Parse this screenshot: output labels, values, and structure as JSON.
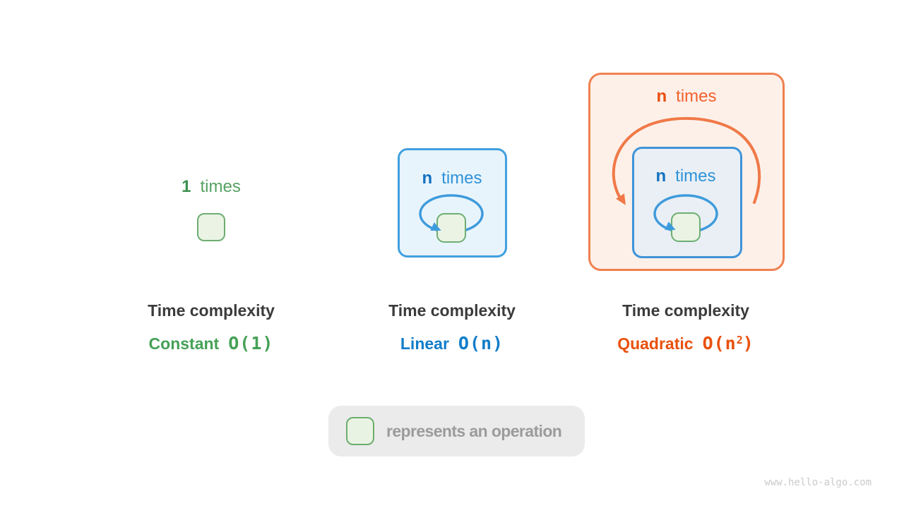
{
  "page": {
    "title": "Time complexity diagram",
    "watermark": "www.hello-algo.com"
  },
  "colors": {
    "green_count": "#3D9150",
    "green_word": "#57A263",
    "green_result": "#45A156",
    "green_square_fill": "#EAF3E4",
    "green_square_border": "#6DAE72",
    "blue_count": "#1471BF",
    "blue_word": "#2E93D8",
    "blue_result": "#117DC9",
    "blue_box_border": "#41A0DE",
    "blue_box_fill": "#E8F4FC",
    "blue_inner_box_fill": "#E9EFF5",
    "blue_loop_arrow": "#3E9BDC",
    "orange_count": "#EA4E0F",
    "orange_word": "#F2612E",
    "orange_result": "#E9500E",
    "orange_box_border": "#F08050",
    "orange_box_fill": "#FDF0E9",
    "orange_loop_arrow": "#F07947",
    "heading_text": "#3B3B3B",
    "legend_bg": "#EBEBEB",
    "legend_text": "#9B9B9B",
    "watermark_text": "#CBCBCB"
  },
  "panels": [
    {
      "count": "1",
      "count_word": "times",
      "heading": "Time complexity",
      "name": "Constant",
      "o_prefix": "O(1)",
      "o_sup": "",
      "o_suffix": ""
    },
    {
      "count": "n",
      "count_word": "times",
      "heading": "Time complexity",
      "name": "Linear",
      "o_prefix": "O(n)",
      "o_sup": "",
      "o_suffix": ""
    },
    {
      "outer_count": "n",
      "outer_word": "times",
      "inner_count": "n",
      "inner_word": "times",
      "heading": "Time complexity",
      "name": "Quadratic",
      "o_prefix": "O(n",
      "o_sup": "2",
      "o_suffix": ")"
    }
  ],
  "legend": {
    "label": "represents an operation"
  }
}
